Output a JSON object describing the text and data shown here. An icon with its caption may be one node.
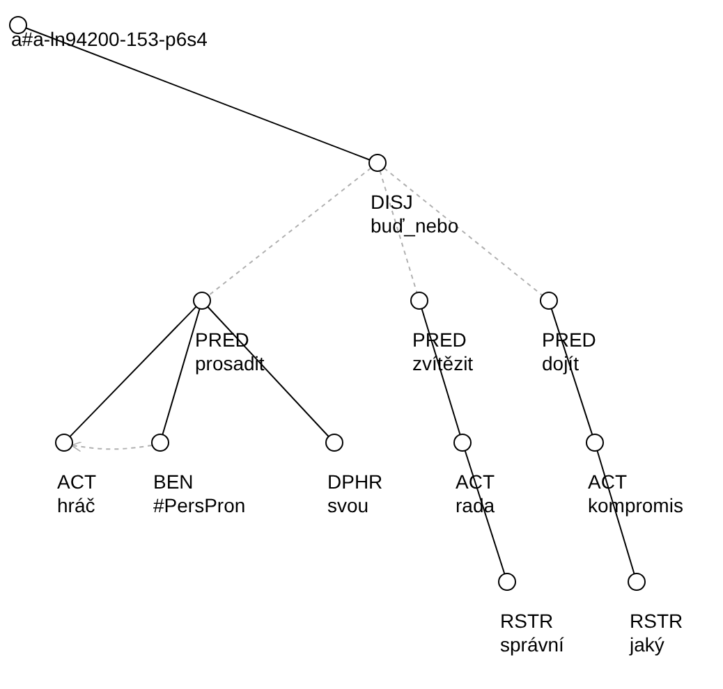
{
  "diagram": {
    "nodes": [
      {
        "text": [
          "a#a-ln94200-153-p6s4"
        ]
      },
      {
        "text": [
          "DISJ",
          "buď_nebo"
        ]
      },
      {
        "text": [
          "PRED",
          "prosadit"
        ]
      },
      {
        "text": [
          "ACT",
          "hráč"
        ]
      },
      {
        "text": [
          "BEN",
          "#PersPron"
        ]
      },
      {
        "text": [
          "DPHR",
          "svou"
        ]
      },
      {
        "text": [
          "PRED",
          "zvítězit"
        ]
      },
      {
        "text": [
          "ACT",
          "rada"
        ]
      },
      {
        "text": [
          "RSTR",
          "správní"
        ]
      },
      {
        "text": [
          "PRED",
          "dojít"
        ]
      },
      {
        "text": [
          "ACT",
          "kompromis"
        ]
      },
      {
        "text": [
          "RSTR",
          "jaký"
        ]
      }
    ],
    "edges": [
      {
        "from": 0,
        "to": 1,
        "arrow": "none"
      },
      {
        "from": 1,
        "to": 2,
        "arrow": "none",
        "style": "dashed",
        "color": "#b0b0b0"
      },
      {
        "from": 1,
        "to": 6,
        "arrow": "none",
        "style": "dashed",
        "color": "#b0b0b0"
      },
      {
        "from": 1,
        "to": 9,
        "arrow": "none",
        "style": "dashed",
        "color": "#b0b0b0"
      },
      {
        "from": 2,
        "to": 3,
        "arrow": "none"
      },
      {
        "from": 2,
        "to": 4,
        "arrow": "none"
      },
      {
        "from": 2,
        "to": 5,
        "arrow": "none"
      },
      {
        "from": 6,
        "to": 7,
        "arrow": "none"
      },
      {
        "from": 7,
        "to": 8,
        "arrow": "none"
      },
      {
        "from": 9,
        "to": 10,
        "arrow": "none"
      },
      {
        "from": 10,
        "to": 11,
        "arrow": "none"
      },
      {
        "from": 4,
        "to": 3,
        "arrow": "to",
        "style": "dashed",
        "color": "#b0b0b0"
      }
    ]
  }
}
